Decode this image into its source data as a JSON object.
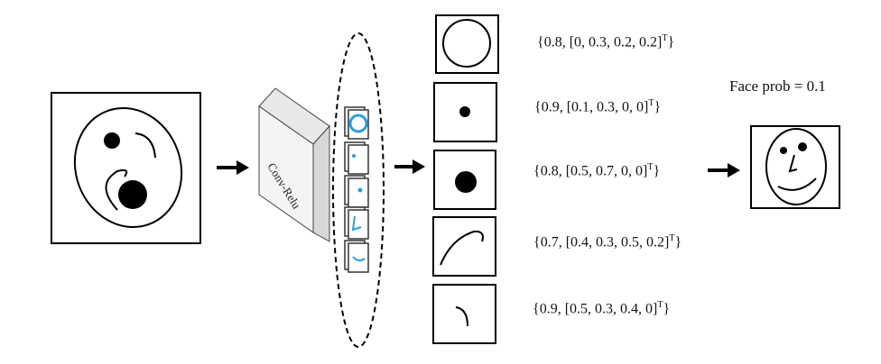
{
  "box_label": "Conv-Relu",
  "face_prob": "Face prob = 0.1",
  "features": [
    {
      "conf": "0.8",
      "vec": "[0, 0.3, 0.2, 0.2]",
      "sup": "T"
    },
    {
      "conf": "0.9",
      "vec": "[0.1, 0.3, 0, 0]",
      "sup": "T"
    },
    {
      "conf": "0.8",
      "vec": "[0.5, 0.7, 0, 0]",
      "sup": "T"
    },
    {
      "conf": "0.7",
      "vec": "[0.4, 0.3, 0.5, 0.2]",
      "sup": "T"
    },
    {
      "conf": "0.9",
      "vec": "[0.5, 0.3, 0.4, 0]",
      "sup": "T"
    }
  ],
  "colors": {
    "stroke": "#000000",
    "filter": "#2a9fd6",
    "box_face": "#f4f4f4"
  }
}
